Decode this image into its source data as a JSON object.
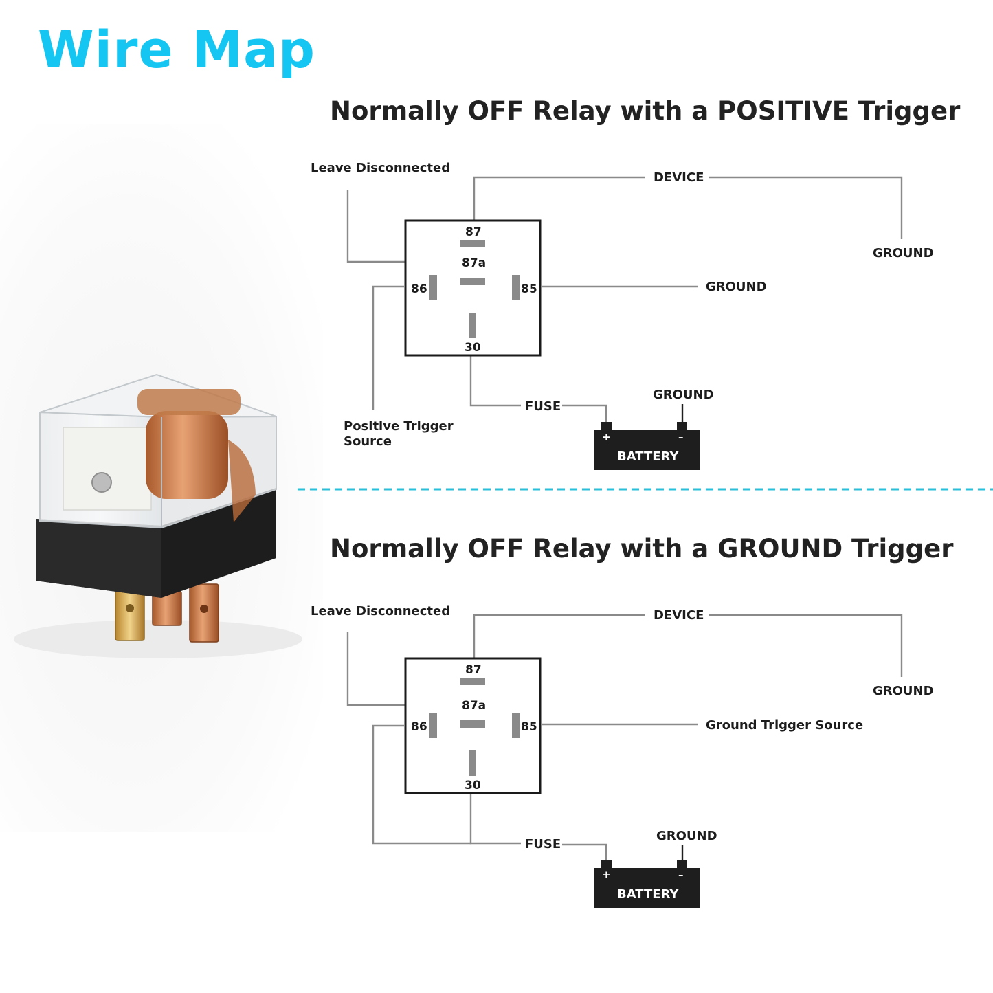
{
  "page_title": "Wire Map",
  "colors": {
    "title": "#16c6f2",
    "divider": "#27bfd9",
    "wire": "#8a8a8a",
    "battery": "#1e1e1e"
  },
  "pins": {
    "p87": "87",
    "p87a": "87a",
    "p86": "86",
    "p85": "85",
    "p30": "30"
  },
  "diagram1": {
    "title": "Normally OFF Relay with a POSITIVE Trigger",
    "leave_disconnected": "Leave Disconnected",
    "device": "DEVICE",
    "device_ground": "GROUND",
    "pin85_label": "GROUND",
    "trigger_line1": "Positive Trigger",
    "trigger_line2": "Source",
    "fuse": "FUSE",
    "battery_ground": "GROUND",
    "battery": "BATTERY",
    "plus": "+",
    "minus": "–"
  },
  "diagram2": {
    "title": "Normally OFF Relay with a GROUND Trigger",
    "leave_disconnected": "Leave Disconnected",
    "device": "DEVICE",
    "device_ground": "GROUND",
    "pin85_label": "Ground Trigger Source",
    "fuse": "FUSE",
    "battery_ground": "GROUND",
    "battery": "BATTERY",
    "plus": "+",
    "minus": "–"
  }
}
